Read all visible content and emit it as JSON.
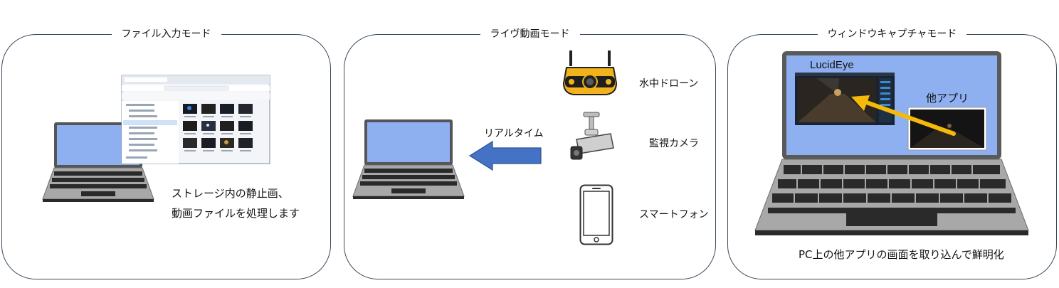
{
  "panels": [
    {
      "title": "ファイル入力モード",
      "description_line1": "ストレージ内の静止画、",
      "description_line2": "動画ファイルを処理します"
    },
    {
      "title": "ライヴ動画モード",
      "arrow_label": "リアルタイム",
      "sources": [
        "水中ドローン",
        "監視カメラ",
        "スマートフォン"
      ]
    },
    {
      "title": "ウィンドウキャプチャモード",
      "app_name": "LucidEye",
      "other_app_label": "他アプリ",
      "description": "PC上の他アプリの画面を取り込んで鮮明化"
    }
  ],
  "colors": {
    "screen_blue": "#8fb0f0",
    "laptop_gray": "#a8a8a8",
    "arrow_blue": "#4472c4",
    "arrow_yellow": "#f5b90a",
    "drone_yellow": "#f2b21a"
  }
}
